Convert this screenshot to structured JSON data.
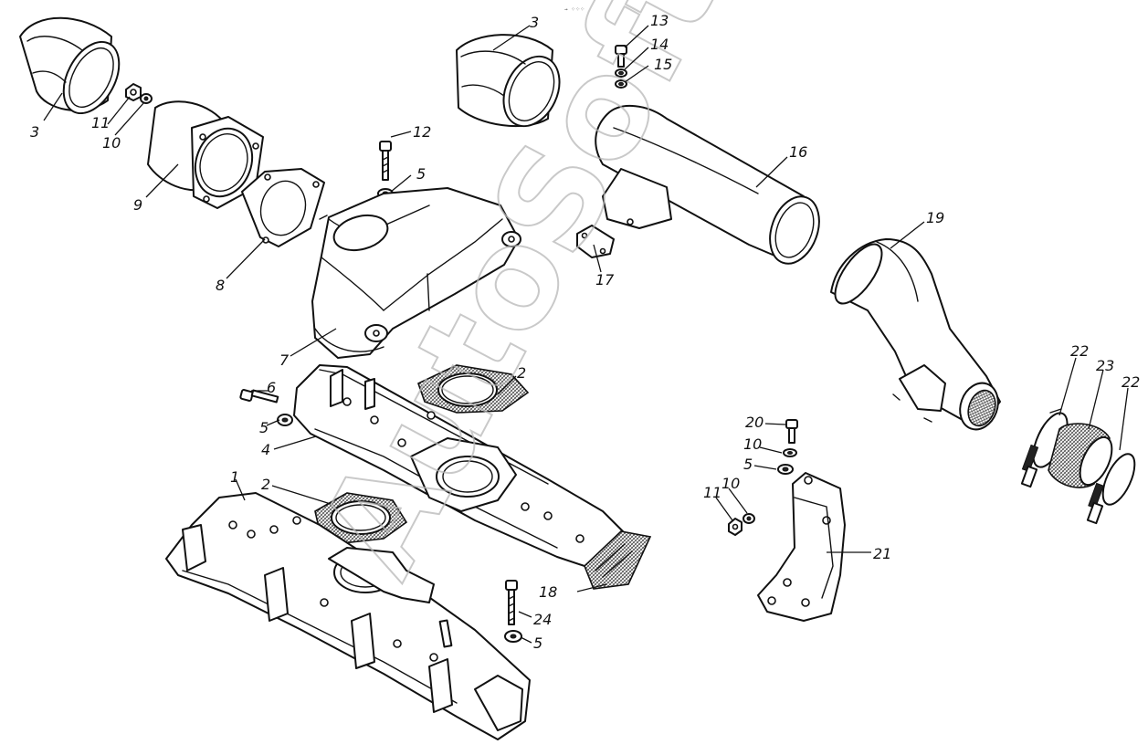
{
  "diagram": {
    "top_mark": "→ ⁘⁘⁘",
    "watermark": "AutoSoft",
    "callouts": [
      {
        "id": "c3a",
        "label": "3"
      },
      {
        "id": "c11a",
        "label": "11"
      },
      {
        "id": "c10a",
        "label": "10"
      },
      {
        "id": "c9",
        "label": "9"
      },
      {
        "id": "c8",
        "label": "8"
      },
      {
        "id": "c12",
        "label": "12"
      },
      {
        "id": "c5a",
        "label": "5"
      },
      {
        "id": "c3b",
        "label": "3"
      },
      {
        "id": "c13",
        "label": "13"
      },
      {
        "id": "c14",
        "label": "14"
      },
      {
        "id": "c15",
        "label": "15"
      },
      {
        "id": "c16",
        "label": "16"
      },
      {
        "id": "c17",
        "label": "17"
      },
      {
        "id": "c7",
        "label": "7"
      },
      {
        "id": "c19",
        "label": "19"
      },
      {
        "id": "c2a",
        "label": "2"
      },
      {
        "id": "c6",
        "label": "6"
      },
      {
        "id": "c5b",
        "label": "5"
      },
      {
        "id": "c4",
        "label": "4"
      },
      {
        "id": "c1",
        "label": "1"
      },
      {
        "id": "c2b",
        "label": "2"
      },
      {
        "id": "c18",
        "label": "18"
      },
      {
        "id": "c24",
        "label": "24"
      },
      {
        "id": "c5c",
        "label": "5"
      },
      {
        "id": "c20",
        "label": "20"
      },
      {
        "id": "c10b",
        "label": "10"
      },
      {
        "id": "c5d",
        "label": "5"
      },
      {
        "id": "c11b",
        "label": "11"
      },
      {
        "id": "c10c",
        "label": "10"
      },
      {
        "id": "c21",
        "label": "21"
      },
      {
        "id": "c22a",
        "label": "22"
      },
      {
        "id": "c23",
        "label": "23"
      },
      {
        "id": "c22b",
        "label": "22"
      }
    ]
  }
}
